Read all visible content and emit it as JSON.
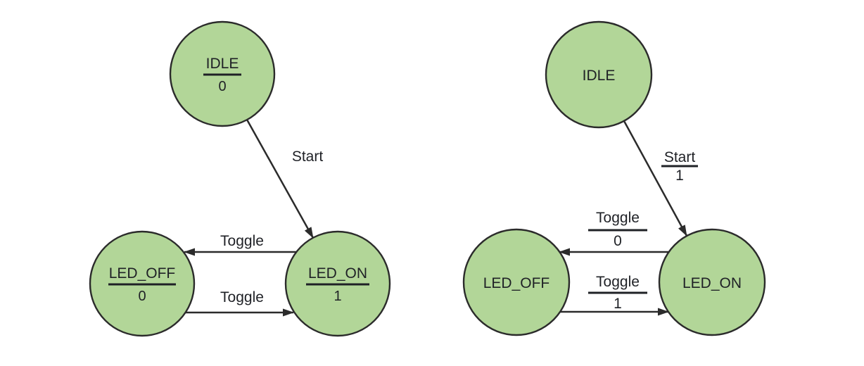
{
  "colors": {
    "state_fill": "#b2d698",
    "state_stroke": "#2b2b2b",
    "arrow": "#2b2b2b",
    "text": "#1f2126",
    "background": "#ffffff"
  },
  "moore": {
    "states": {
      "idle": {
        "name": "IDLE",
        "output": "0"
      },
      "led_off": {
        "name": "LED_OFF",
        "output": "0"
      },
      "led_on": {
        "name": "LED_ON",
        "output": "1"
      }
    },
    "transitions": {
      "start": {
        "from": "IDLE",
        "to": "LED_ON",
        "label": "Start"
      },
      "toggle_on_off": {
        "from": "LED_ON",
        "to": "LED_OFF",
        "label": "Toggle"
      },
      "toggle_off_on": {
        "from": "LED_OFF",
        "to": "LED_ON",
        "label": "Toggle"
      }
    }
  },
  "mealy": {
    "states": {
      "idle": {
        "name": "IDLE"
      },
      "led_off": {
        "name": "LED_OFF"
      },
      "led_on": {
        "name": "LED_ON"
      }
    },
    "transitions": {
      "start": {
        "from": "IDLE",
        "to": "LED_ON",
        "input": "Start",
        "output": "1"
      },
      "toggle_on_off": {
        "from": "LED_ON",
        "to": "LED_OFF",
        "input": "Toggle",
        "output": "0"
      },
      "toggle_off_on": {
        "from": "LED_OFF",
        "to": "LED_ON",
        "input": "Toggle",
        "output": "1"
      }
    }
  }
}
